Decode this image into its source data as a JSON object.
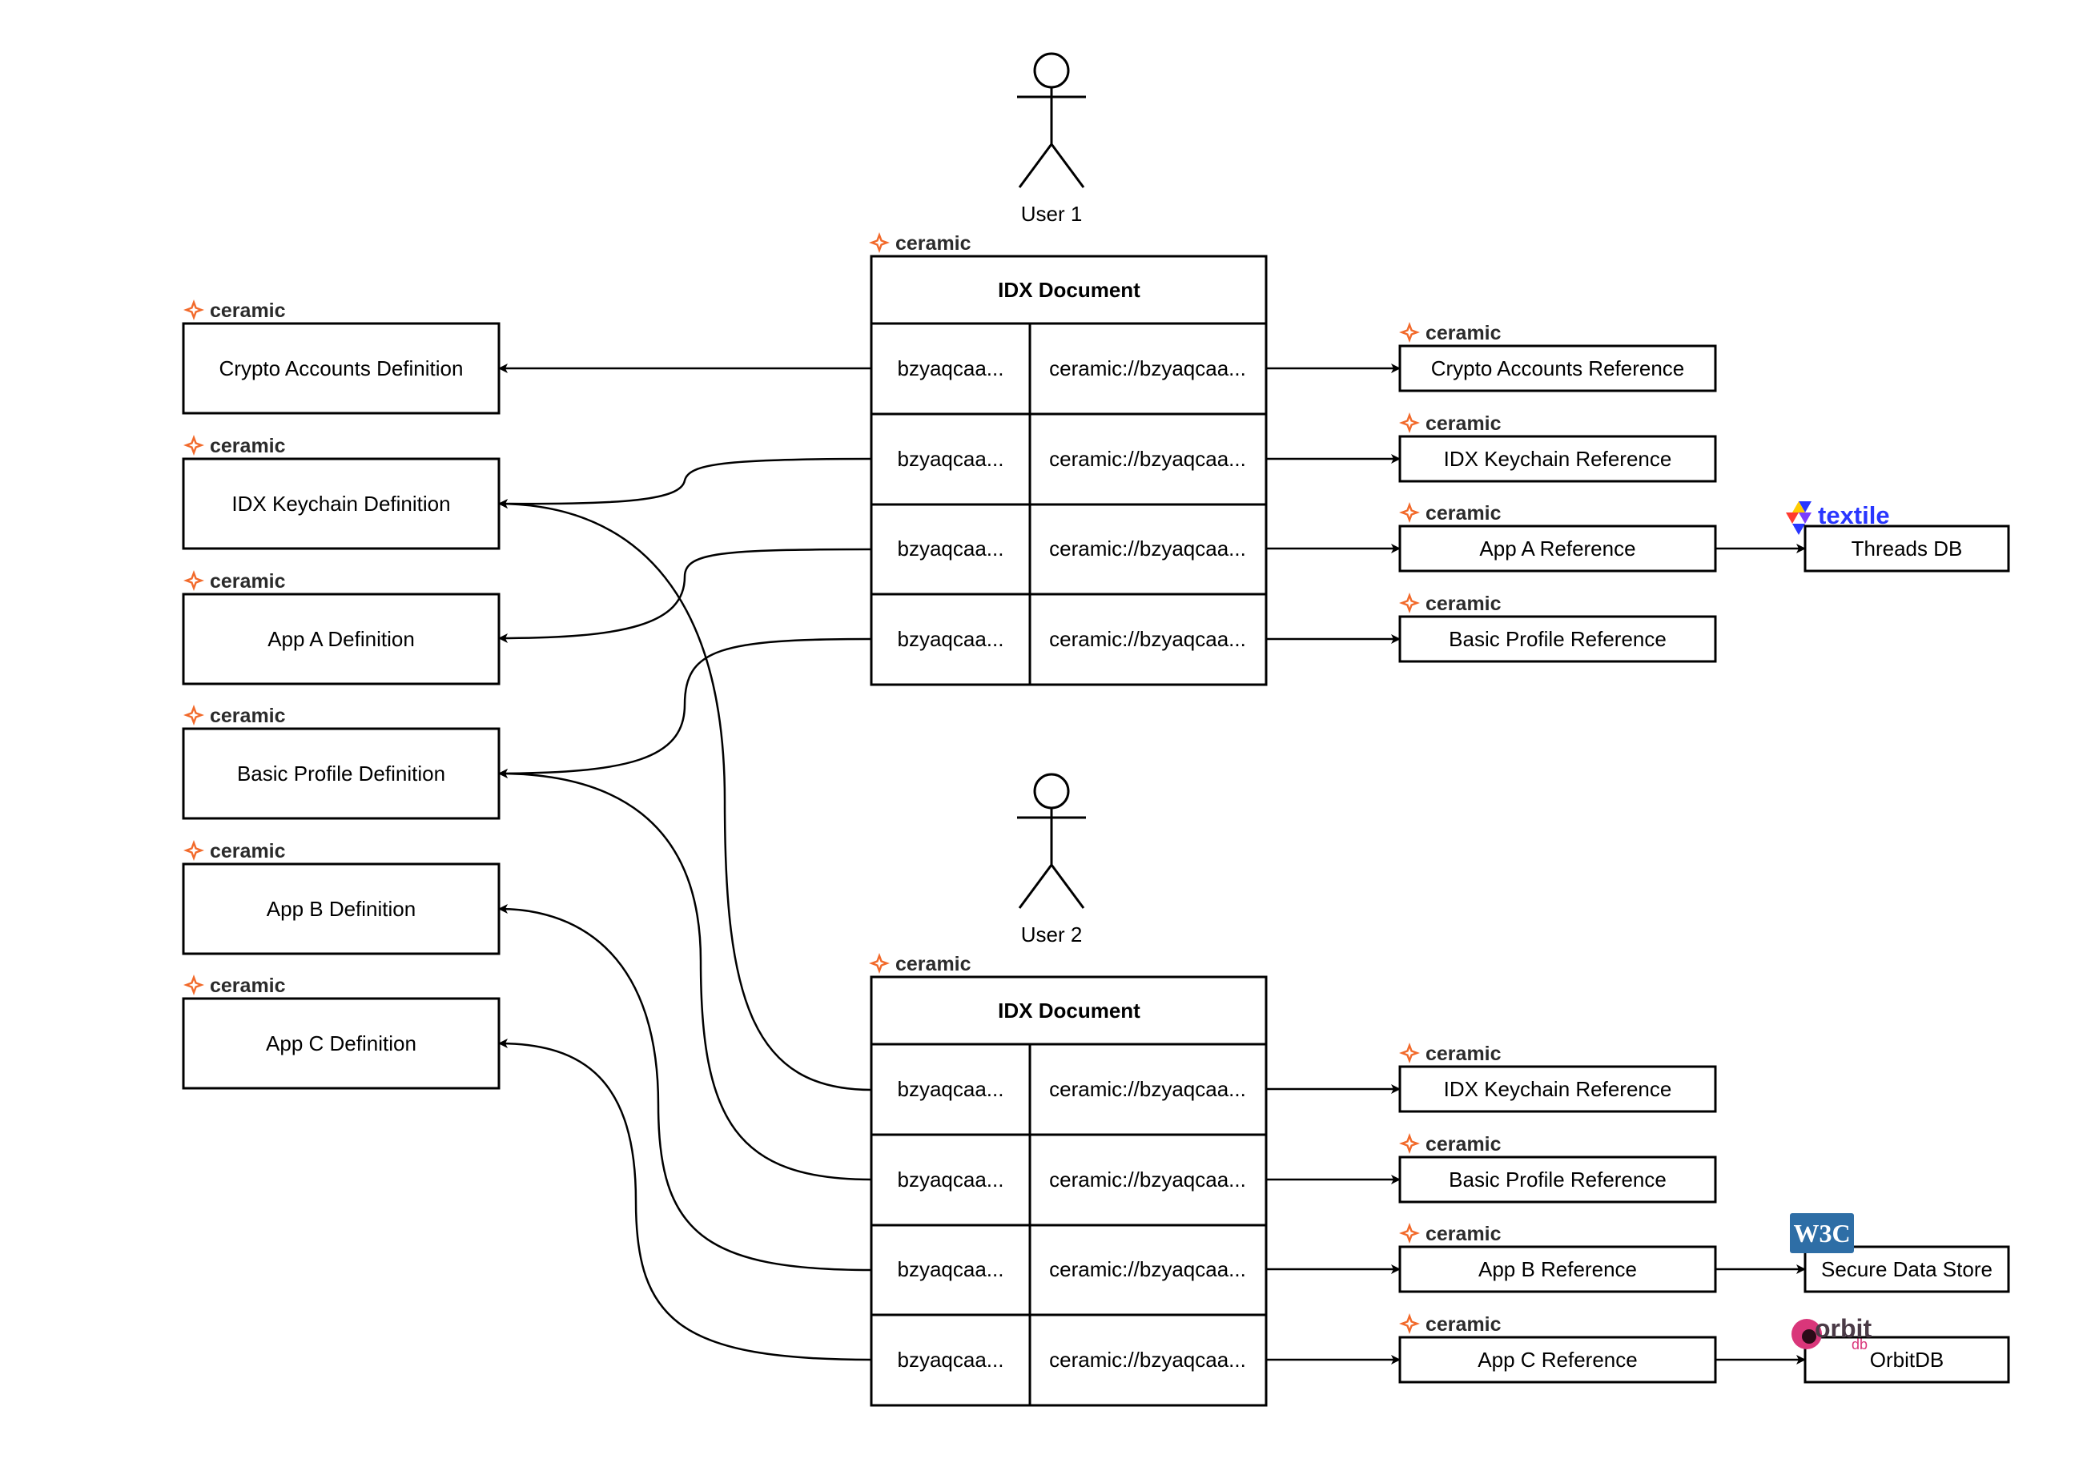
{
  "users": [
    {
      "label": "User 1"
    },
    {
      "label": "User 2"
    }
  ],
  "brand": "ceramic",
  "idx_documents": [
    {
      "title": "IDX Document",
      "rows": [
        {
          "id": "bzyaqcaa...",
          "uri": "ceramic://bzyaqcaa..."
        },
        {
          "id": "bzyaqcaa...",
          "uri": "ceramic://bzyaqcaa..."
        },
        {
          "id": "bzyaqcaa...",
          "uri": "ceramic://bzyaqcaa..."
        },
        {
          "id": "bzyaqcaa...",
          "uri": "ceramic://bzyaqcaa..."
        }
      ]
    },
    {
      "title": "IDX Document",
      "rows": [
        {
          "id": "bzyaqcaa...",
          "uri": "ceramic://bzyaqcaa..."
        },
        {
          "id": "bzyaqcaa...",
          "uri": "ceramic://bzyaqcaa..."
        },
        {
          "id": "bzyaqcaa...",
          "uri": "ceramic://bzyaqcaa..."
        },
        {
          "id": "bzyaqcaa...",
          "uri": "ceramic://bzyaqcaa..."
        }
      ]
    }
  ],
  "definitions": [
    {
      "label": "Crypto Accounts Definition"
    },
    {
      "label": "IDX Keychain Definition"
    },
    {
      "label": "App A Definition"
    },
    {
      "label": "Basic Profile Definition"
    },
    {
      "label": "App B Definition"
    },
    {
      "label": "App C Definition"
    }
  ],
  "references_user1": [
    {
      "label": "Crypto Accounts Reference"
    },
    {
      "label": "IDX Keychain Reference"
    },
    {
      "label": "App A Reference"
    },
    {
      "label": "Basic Profile Reference"
    }
  ],
  "references_user2": [
    {
      "label": "IDX Keychain Reference"
    },
    {
      "label": "Basic Profile Reference"
    },
    {
      "label": "App B Reference"
    },
    {
      "label": "App C Reference"
    }
  ],
  "stores": [
    {
      "label": "Threads DB",
      "logo_text": "textile",
      "logo_color": "#2936ff"
    },
    {
      "label": "Secure Data Store",
      "logo_text": "W3C",
      "logo_color": "#2e6ea6"
    },
    {
      "label": "OrbitDB",
      "logo_text": "orbit",
      "logo_sub": "db",
      "logo_color": "#d9367a"
    }
  ],
  "colors": {
    "line": "#000000",
    "ceramic_accent": "#f26a2b",
    "ceramic_accent_dark": "#d64a18"
  }
}
